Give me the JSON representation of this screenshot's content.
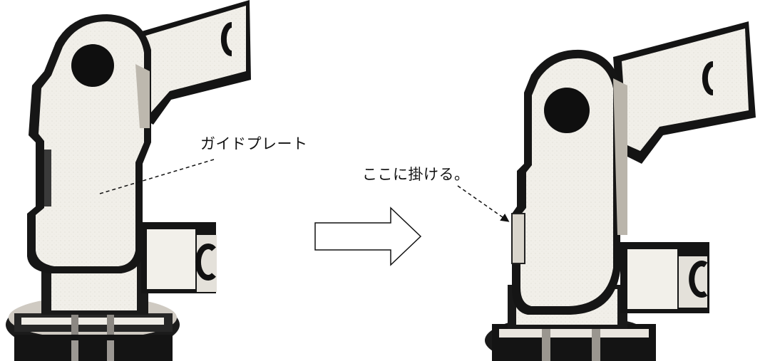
{
  "annotations": {
    "guide_plate": "ガイドプレート",
    "hook_here": "ここに掛ける。"
  },
  "colors": {
    "ink": "#141414",
    "metal_light": "#f3f1ec",
    "metal_mid": "#d9d6cf",
    "shadow": "#5a5753",
    "background": "#ffffff"
  },
  "icons": {
    "transition_arrow": "right-arrow-outline"
  }
}
